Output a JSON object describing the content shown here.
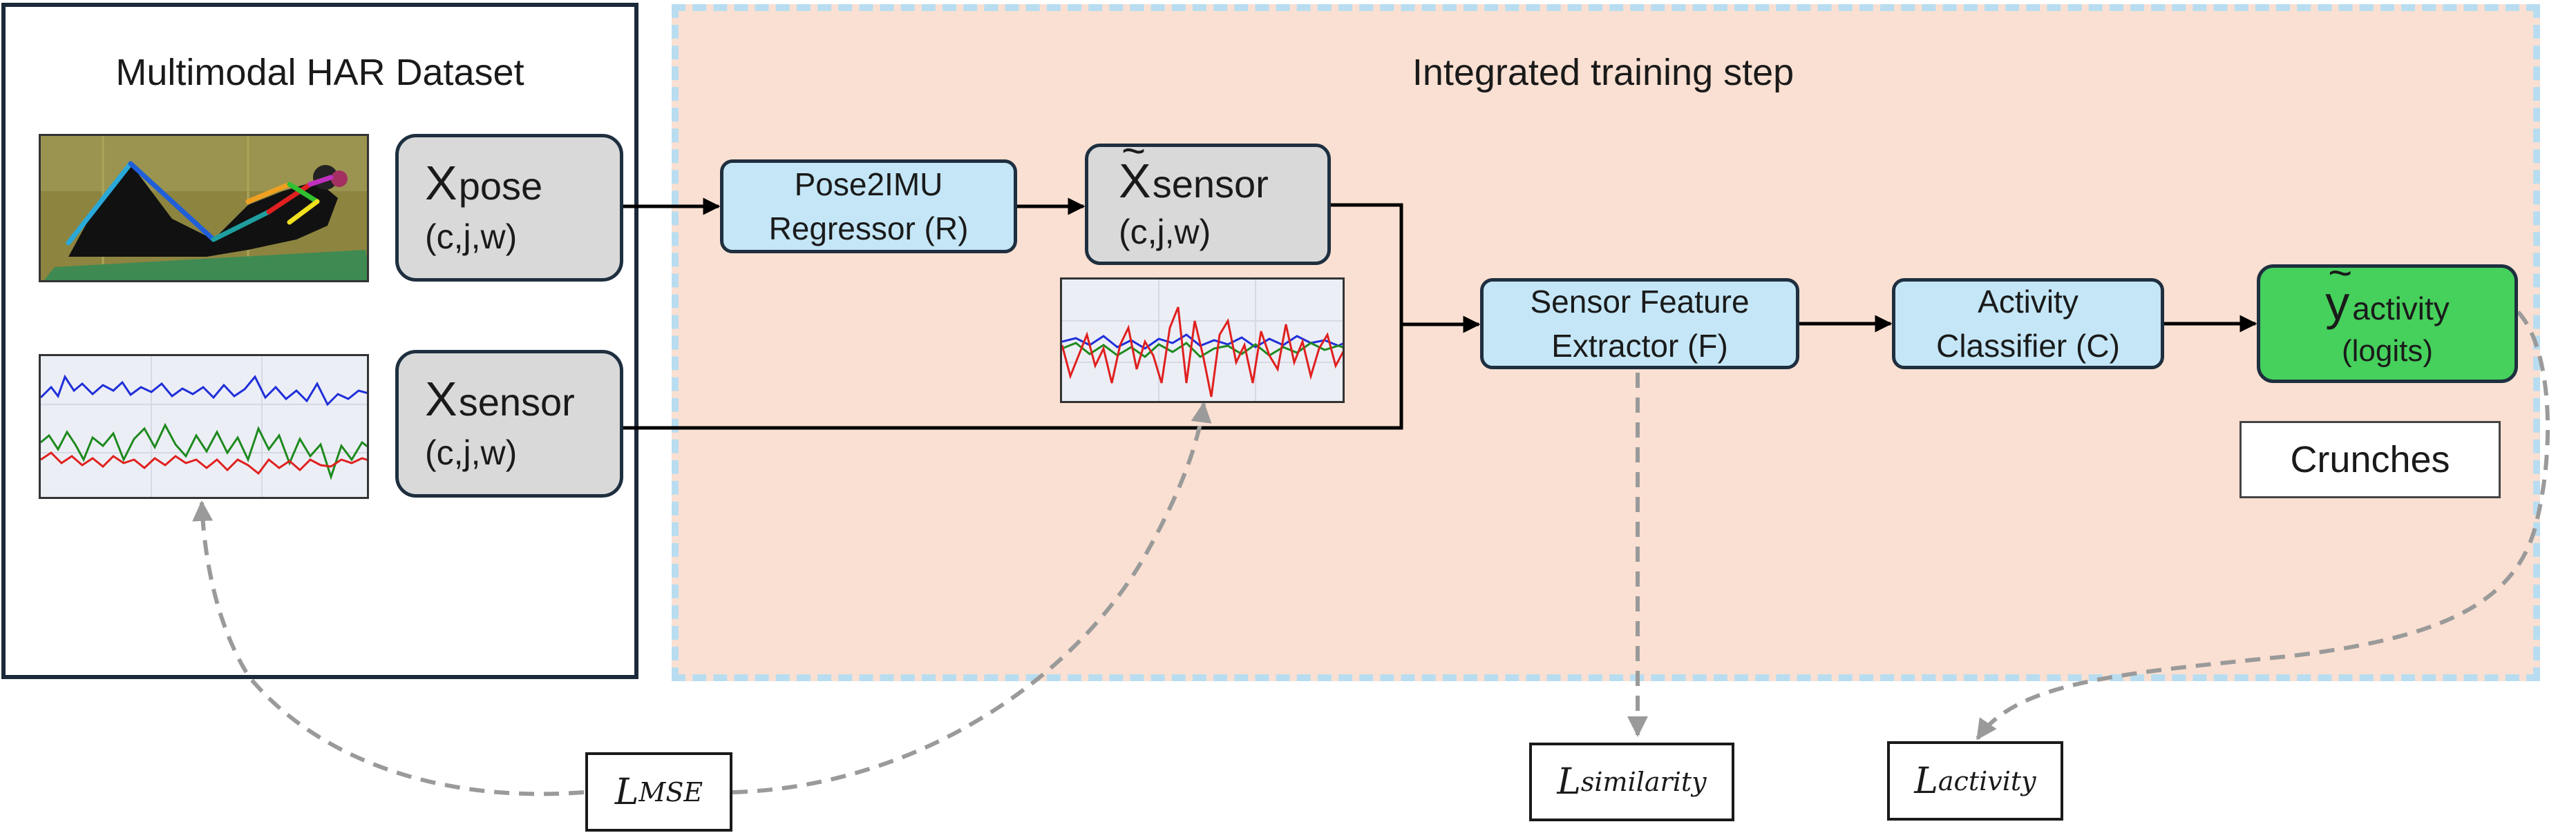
{
  "panels": {
    "dataset_title": "Multimodal HAR Dataset",
    "training_title": "Integrated training step"
  },
  "inputs": {
    "pose": {
      "symbol": "X",
      "subscript": "pose",
      "dims": "(c,j,w)"
    },
    "sensor": {
      "symbol": "X",
      "subscript": "sensor",
      "dims": "(c,j,w)"
    }
  },
  "modules": {
    "regressor": "Pose2IMU Regressor (R)",
    "virtual_sensor": {
      "symbol": "X",
      "subscript": "sensor",
      "dims": "(c,j,w)"
    },
    "feature_extractor": "Sensor Feature Extractor (F)",
    "classifier": "Activity Classifier (C)",
    "output": {
      "symbol": "y",
      "subscript": "activity",
      "detail": "(logits)"
    }
  },
  "prediction_label": "Crunches",
  "losses": {
    "mse": {
      "symbol": "L",
      "subscript": "MSE"
    },
    "similarity": {
      "symbol": "L",
      "subscript": "similarity"
    },
    "activity": {
      "symbol": "L",
      "subscript": "activity"
    }
  },
  "colors": {
    "training_bg": "#fae0d2",
    "training_border": "#b9ddf0",
    "module_fill": "#c4e6f6",
    "input_fill": "#d9d9d9",
    "output_fill": "#46d05c",
    "signal_blue": "#1f2fd8",
    "signal_green": "#1e8a1e",
    "signal_red": "#e0201e"
  },
  "icons": [
    "pose-photo",
    "sensor-signal-plot"
  ]
}
